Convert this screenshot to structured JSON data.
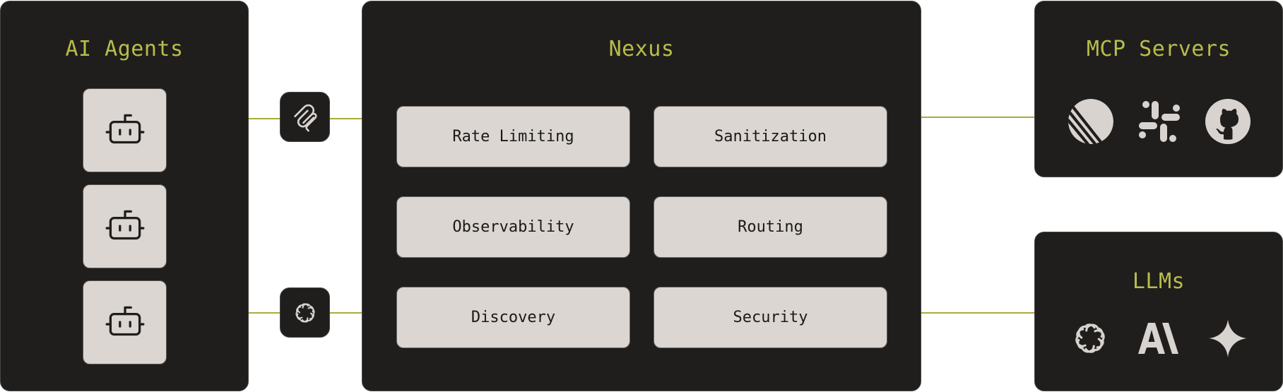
{
  "agents_panel": {
    "title": "AI Agents",
    "agents": [
      {
        "icon": "robot-icon"
      },
      {
        "icon": "robot-icon"
      },
      {
        "icon": "robot-icon"
      }
    ]
  },
  "protocols": [
    {
      "icon": "mcp-icon"
    },
    {
      "icon": "openai-icon"
    }
  ],
  "nexus_panel": {
    "title": "Nexus",
    "features": [
      {
        "label": "Rate Limiting"
      },
      {
        "label": "Sanitization"
      },
      {
        "label": "Observability"
      },
      {
        "label": "Routing"
      },
      {
        "label": "Discovery"
      },
      {
        "label": "Security"
      }
    ]
  },
  "mcp_panel": {
    "title": "MCP Servers",
    "servers": [
      {
        "icon": "linear-icon"
      },
      {
        "icon": "slack-icon"
      },
      {
        "icon": "github-icon"
      }
    ]
  },
  "llm_panel": {
    "title": "LLMs",
    "providers": [
      {
        "icon": "openai-icon"
      },
      {
        "icon": "anthropic-icon"
      },
      {
        "icon": "gemini-icon"
      }
    ]
  },
  "colors": {
    "panel_bg": "#1f1e1d",
    "accent": "#b9bd4a",
    "tile_bg": "#dbd6d2",
    "connector": "#a8ab3e"
  }
}
